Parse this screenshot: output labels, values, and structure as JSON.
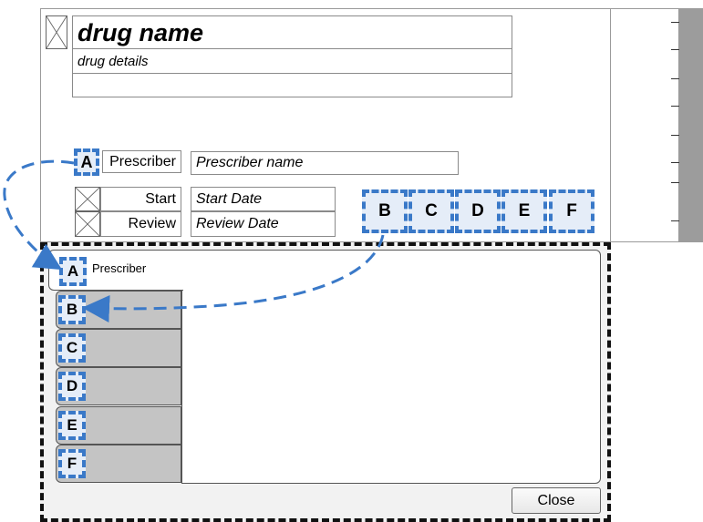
{
  "drug": {
    "name": "drug name",
    "details": "drug details"
  },
  "prescriber": {
    "badge": "A",
    "label": "Prescriber",
    "placeholder": "Prescriber name"
  },
  "start": {
    "label": "Start",
    "value": "Start Date"
  },
  "review": {
    "label": "Review",
    "value": "Review Date"
  },
  "toolbar_badges": [
    "B",
    "C",
    "D",
    "E",
    "F"
  ],
  "dialog": {
    "tab_a": {
      "badge": "A",
      "label": "Prescriber"
    },
    "tabs": [
      "B",
      "C",
      "D",
      "E",
      "F"
    ],
    "close_label": "Close"
  },
  "colors": {
    "accent_dash": "#3a79c8",
    "badge_fill": "#e5edf8",
    "dialog_border": "#111111",
    "tab_fill": "#c4c4c4",
    "scrollbar": "#9c9c9c"
  }
}
